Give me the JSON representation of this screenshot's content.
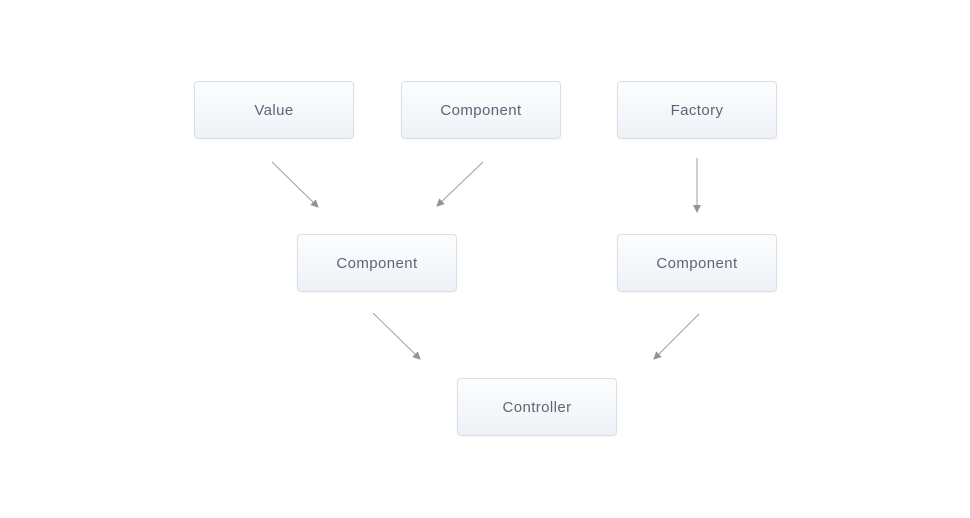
{
  "diagram": {
    "nodes": [
      {
        "id": "value",
        "label": "Value"
      },
      {
        "id": "component-top",
        "label": "Component"
      },
      {
        "id": "factory",
        "label": "Factory"
      },
      {
        "id": "component-left",
        "label": "Component"
      },
      {
        "id": "component-right",
        "label": "Component"
      },
      {
        "id": "controller",
        "label": "Controller"
      }
    ],
    "edges": [
      {
        "from": "value",
        "to": "component-left"
      },
      {
        "from": "component-top",
        "to": "component-left"
      },
      {
        "from": "factory",
        "to": "component-right"
      },
      {
        "from": "component-left",
        "to": "controller"
      },
      {
        "from": "component-right",
        "to": "controller"
      }
    ],
    "colors": {
      "background": "#ffffff",
      "node_fill_top": "#fcfdfe",
      "node_fill_bottom": "#eef2f7",
      "node_border": "#d9dfe6",
      "node_text": "#5c6672",
      "arrow": "#8e959c"
    }
  }
}
